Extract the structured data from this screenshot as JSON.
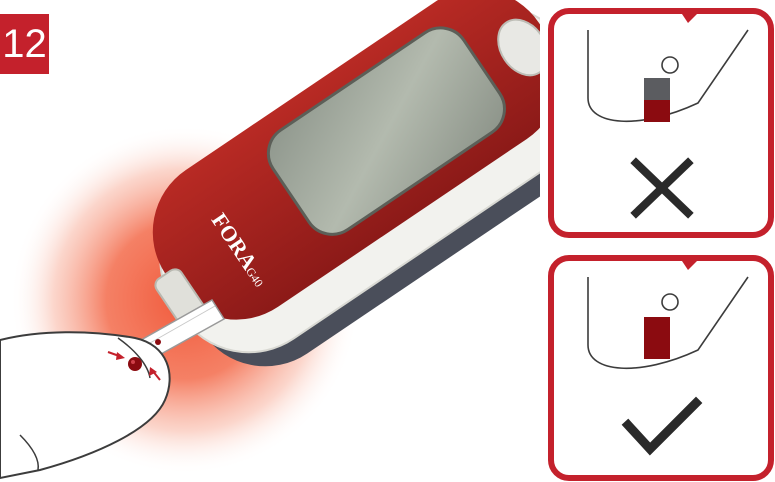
{
  "step": {
    "number": "12"
  },
  "meter": {
    "brand": "FORA",
    "model": "G40"
  },
  "colors": {
    "accent": "#c4212c",
    "meter_body": "#a92220",
    "glow": "#f05a3c",
    "blood": "#8b0b10"
  },
  "panels": [
    {
      "result": "incorrect",
      "icon": "cross-icon"
    },
    {
      "result": "correct",
      "icon": "check-icon"
    }
  ]
}
